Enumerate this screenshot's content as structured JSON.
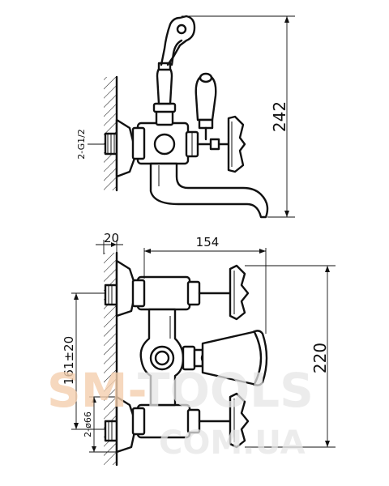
{
  "dimensions": {
    "height_total": "242",
    "inlet_thread": "2-G1/2",
    "wall_offset": "20",
    "width_overall": "154",
    "center_distance": "161±20",
    "eccentric_diameter": "2-ø66",
    "height_front": "220"
  },
  "watermark": {
    "brand_part1": "SM-",
    "brand_part2": "TOOLS",
    "domain": "COM.UA"
  }
}
